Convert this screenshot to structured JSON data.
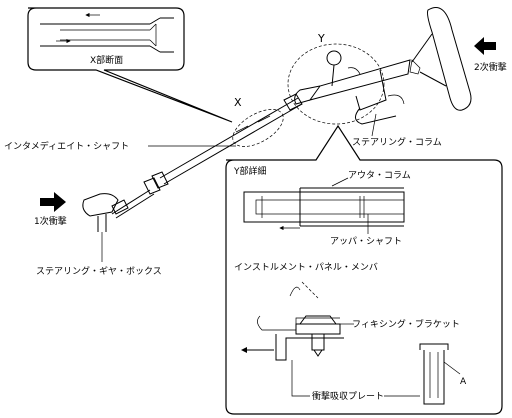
{
  "labels": {
    "x_section_title": "X部断面",
    "x_marker": "X",
    "y_marker": "Y",
    "secondary_impact": "2次衝撃",
    "primary_impact": "1次衝撃",
    "steering_column": "ステアリング・コラム",
    "intermediate_shaft": "インタメディエイト・シャフト",
    "steering_gear_box": "ステアリング・ギヤ・ボックス",
    "y_detail_title": "Y部詳細",
    "outer_column": "アウタ・コラム",
    "upper_shaft": "アッパ・シャフト",
    "instrument_panel_member": "インストルメント・パネル・メンバ",
    "fixing_bracket": "フィキシング・ブラケット",
    "a_marker": "A",
    "impact_absorbing_plate": "衝撃吸収プレート"
  }
}
